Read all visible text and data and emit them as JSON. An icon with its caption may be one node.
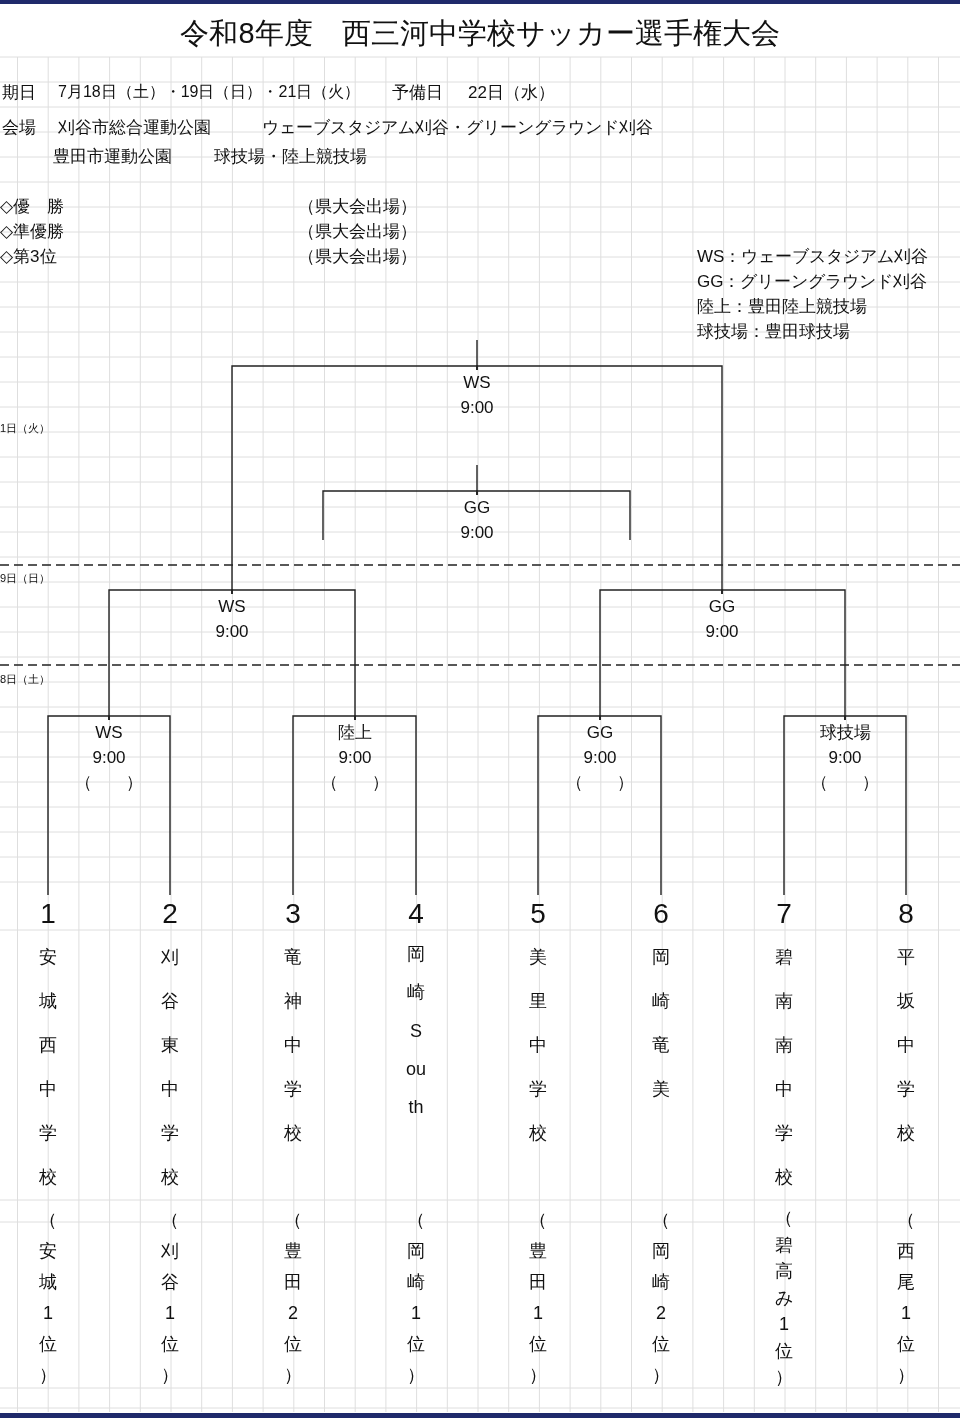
{
  "diagram": {
    "title": "令和8年度　西三河中学校サッカー選手権大会",
    "nodes": [
      {
        "text": [
          "WS",
          "9:00"
        ]
      },
      {
        "text": [
          "GG",
          "9:00"
        ]
      },
      {
        "text": [
          "WS",
          "9:00"
        ]
      },
      {
        "text": [
          "GG",
          "9:00"
        ]
      },
      {
        "text": [
          "WS",
          "9:00",
          "（　　）"
        ]
      },
      {
        "text": [
          "陸上",
          "9:00",
          "（　　）"
        ]
      },
      {
        "text": [
          "GG",
          "9:00",
          "（　　）"
        ]
      },
      {
        "text": [
          "球技場",
          "9:00",
          "（　　）"
        ]
      },
      {
        "text": [
          "1",
          "安城西中学校",
          "（安城1位）"
        ]
      },
      {
        "text": [
          "2",
          "刈谷東中学校",
          "（刈谷1位）"
        ]
      },
      {
        "text": [
          "3",
          "竜神中学校",
          "（豊田2位）"
        ]
      },
      {
        "text": [
          "4",
          "岡崎South",
          "（岡崎1位）"
        ]
      },
      {
        "text": [
          "5",
          "美里中学校",
          "（豊田1位）"
        ]
      },
      {
        "text": [
          "6",
          "岡崎竜美",
          "（岡崎2位）"
        ]
      },
      {
        "text": [
          "7",
          "碧南南中学校",
          "（碧高み1位）"
        ]
      },
      {
        "text": [
          "8",
          "平坂中学校",
          "（西尾1位）"
        ]
      }
    ],
    "edges": [
      {
        "from": 0,
        "to": null,
        "arrow": "none"
      },
      {
        "from": 2,
        "to": 0,
        "arrow": "none"
      },
      {
        "from": 3,
        "to": 0,
        "arrow": "none"
      },
      {
        "from": 1,
        "to": null,
        "arrow": "none"
      },
      {
        "from": null,
        "to": 1,
        "arrow": "none"
      },
      {
        "from": null,
        "to": 1,
        "arrow": "none"
      },
      {
        "from": 4,
        "to": 2,
        "arrow": "none"
      },
      {
        "from": 5,
        "to": 2,
        "arrow": "none"
      },
      {
        "from": 6,
        "to": 3,
        "arrow": "none"
      },
      {
        "from": 7,
        "to": 3,
        "arrow": "none"
      },
      {
        "from": 8,
        "to": 4,
        "arrow": "none"
      },
      {
        "from": 9,
        "to": 4,
        "arrow": "none"
      },
      {
        "from": 10,
        "to": 5,
        "arrow": "none"
      },
      {
        "from": 11,
        "to": 5,
        "arrow": "none"
      },
      {
        "from": 12,
        "to": 6,
        "arrow": "none"
      },
      {
        "from": 13,
        "to": 6,
        "arrow": "none"
      },
      {
        "from": 14,
        "to": 7,
        "arrow": "none"
      },
      {
        "from": 15,
        "to": 7,
        "arrow": "none"
      }
    ],
    "labels": [
      "期日",
      "7月18日（土）・19日（日）・21日（火）",
      "予備日",
      "22日（水）",
      "会場",
      "刈谷市総合運動公園",
      "ウェーブスタジアム刈谷・グリーングラウンド刈谷",
      "豊田市運動公園",
      "球技場・陸上競技場",
      "◇優　勝",
      "（県大会出場）",
      "◇準優勝",
      "（県大会出場）",
      "◇第3位",
      "（県大会出場）",
      "WS：ウェーブスタジアム刈谷",
      "GG：グリーングラウンド刈谷",
      "陸上：豊田陸上競技場",
      "球技場：豊田球技場",
      "1日（火）",
      "9日（日）",
      "8日（土）"
    ]
  }
}
